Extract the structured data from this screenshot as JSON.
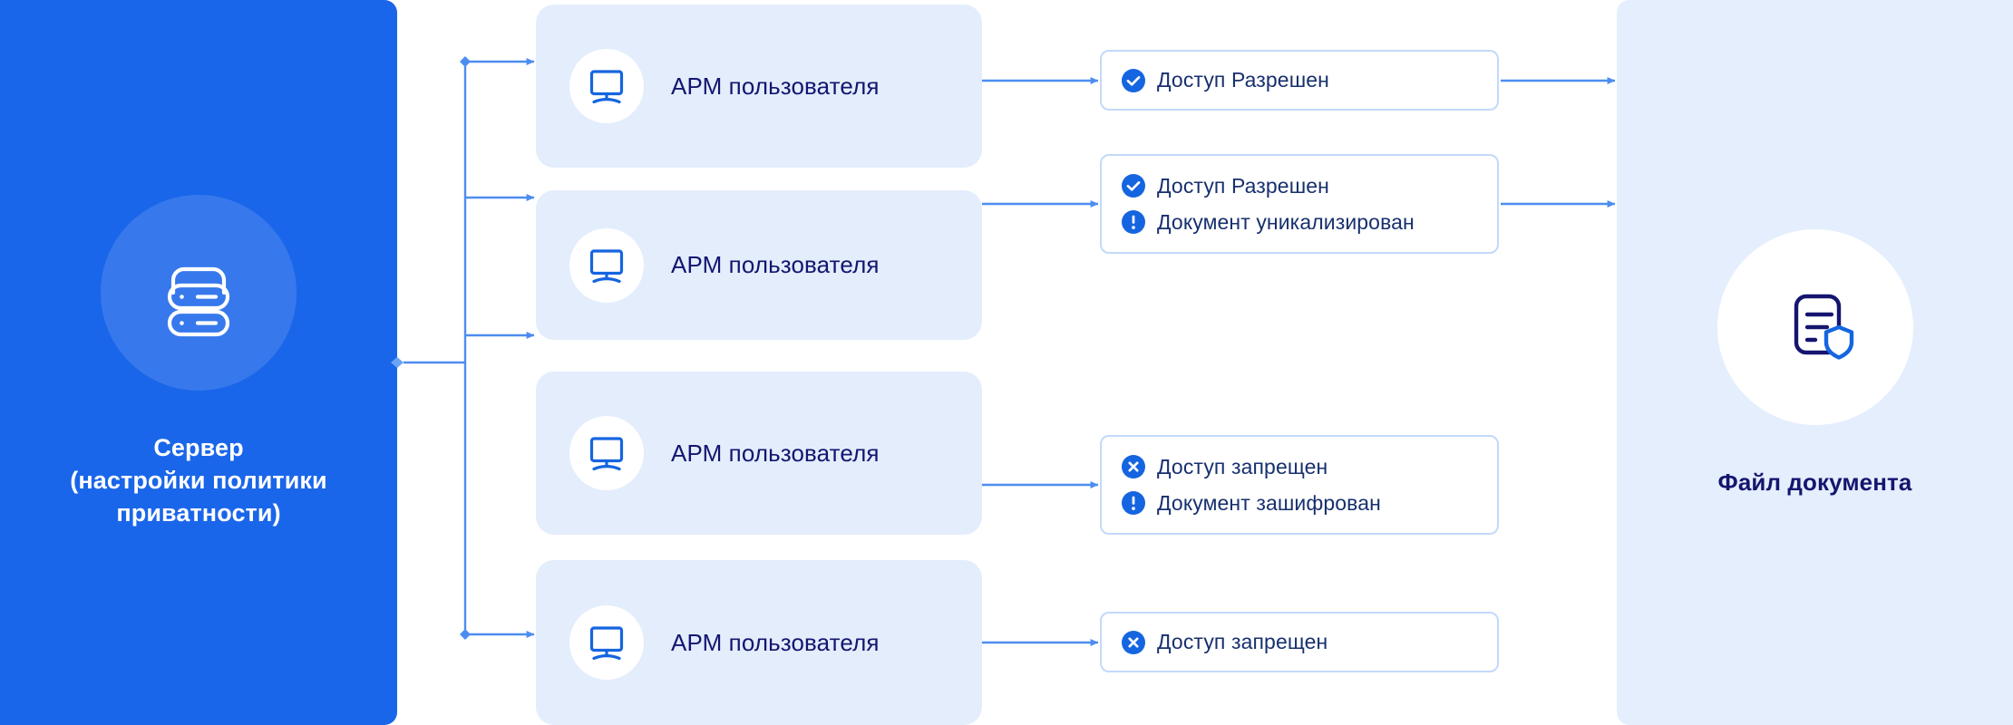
{
  "colors": {
    "brand_blue": "#1a66ea",
    "card_bg": "#e4edfc",
    "panel_bg": "#e5eefc",
    "text_navy": "#151570",
    "status_text": "#17306e",
    "border_light": "#c3d9fb",
    "wire": "#4d8df0",
    "icon_accent": "#1565e0"
  },
  "server": {
    "icon": "server-stack-icon",
    "title": "Сервер\n(настройки политики\nприватности)"
  },
  "document": {
    "icon": "document-shield-icon",
    "title": "Файл документа"
  },
  "workstations": [
    {
      "icon": "monitor-icon",
      "label": "АРМ пользователя"
    },
    {
      "icon": "monitor-icon",
      "label": "АРМ пользователя"
    },
    {
      "icon": "monitor-icon",
      "label": "АРМ пользователя"
    },
    {
      "icon": "monitor-icon",
      "label": "АРМ пользователя"
    }
  ],
  "statuses": [
    {
      "lines": [
        {
          "icon": "check-circle-icon",
          "text": "Доступ Разрешен"
        }
      ],
      "forwards_to_document": true
    },
    {
      "lines": [
        {
          "icon": "check-circle-icon",
          "text": "Доступ Разрешен"
        },
        {
          "icon": "exclamation-circle-icon",
          "text": "Документ уникализирован"
        }
      ],
      "forwards_to_document": true
    },
    {
      "lines": [
        {
          "icon": "cross-circle-icon",
          "text": "Доступ запрещен"
        },
        {
          "icon": "exclamation-circle-icon",
          "text": "Документ зашифрован"
        }
      ],
      "forwards_to_document": false
    },
    {
      "lines": [
        {
          "icon": "cross-circle-icon",
          "text": "Доступ запрещен"
        }
      ],
      "forwards_to_document": false
    }
  ]
}
